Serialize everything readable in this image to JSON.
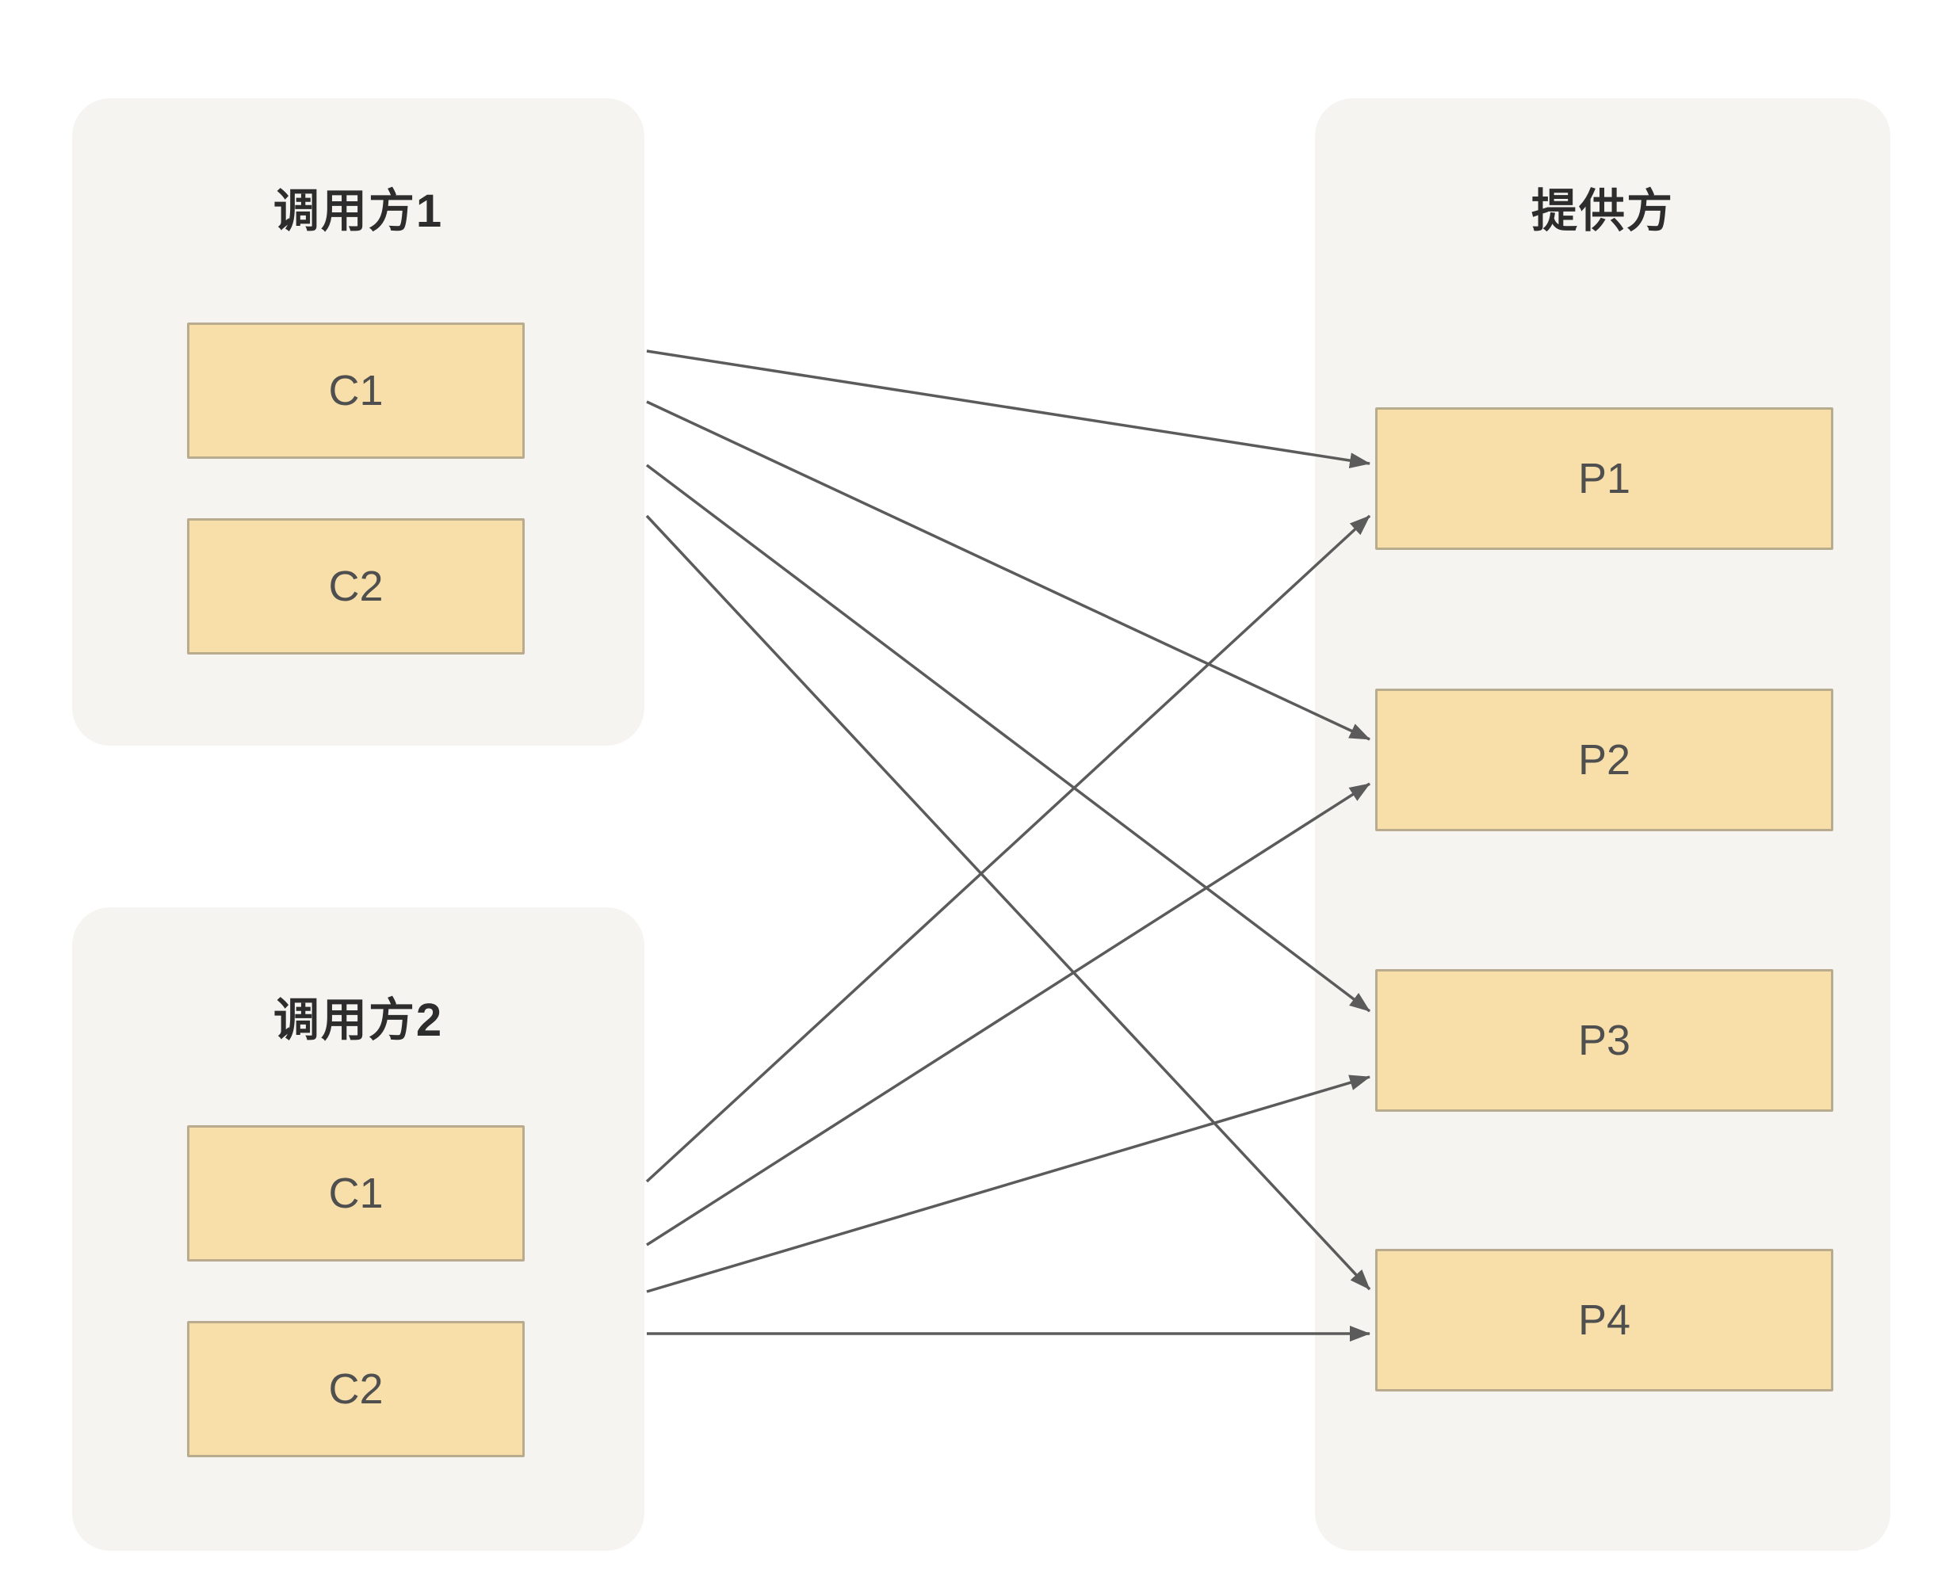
{
  "canvas": {
    "background": "#ffffff"
  },
  "colors": {
    "panel_bg": "#f5f4f1",
    "node_fill": "#f8dfa9",
    "node_border": "#b9ab8d",
    "arrow": "#5b5b5b",
    "title_text": "#2d2d2d",
    "node_text": "#4f4f4f"
  },
  "groups": [
    {
      "id": "caller1",
      "title": "调用方1",
      "nodes": [
        {
          "id": "c1",
          "label": "C1"
        },
        {
          "id": "c2",
          "label": "C2"
        }
      ]
    },
    {
      "id": "caller2",
      "title": "调用方2",
      "nodes": [
        {
          "id": "c1",
          "label": "C1"
        },
        {
          "id": "c2",
          "label": "C2"
        }
      ]
    },
    {
      "id": "provider",
      "title": "提供方",
      "nodes": [
        {
          "id": "p1",
          "label": "P1"
        },
        {
          "id": "p2",
          "label": "P2"
        },
        {
          "id": "p3",
          "label": "P3"
        },
        {
          "id": "p4",
          "label": "P4"
        }
      ]
    }
  ],
  "edges": [
    {
      "from": "caller1",
      "to": "P1"
    },
    {
      "from": "caller1",
      "to": "P2"
    },
    {
      "from": "caller1",
      "to": "P3"
    },
    {
      "from": "caller1",
      "to": "P4"
    },
    {
      "from": "caller2",
      "to": "P1"
    },
    {
      "from": "caller2",
      "to": "P2"
    },
    {
      "from": "caller2",
      "to": "P3"
    },
    {
      "from": "caller2",
      "to": "P4"
    }
  ]
}
